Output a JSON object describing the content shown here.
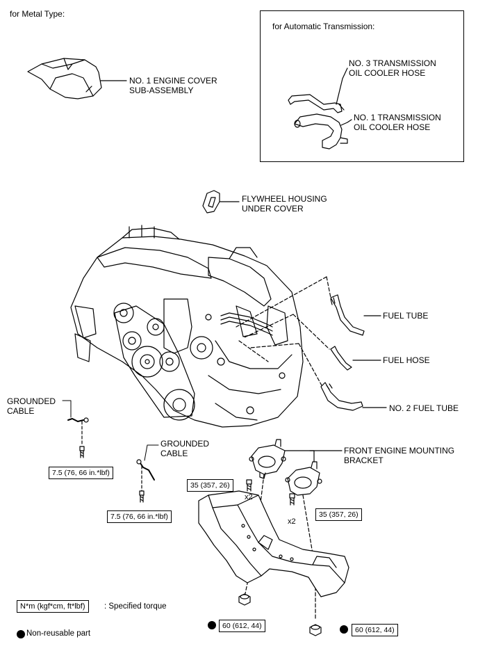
{
  "headers": {
    "metal_type": "for Metal Type:",
    "automatic_transmission": "for Automatic Transmission:"
  },
  "parts": {
    "engine_cover": [
      "NO. 1 ENGINE COVER",
      "SUB-ASSEMBLY"
    ],
    "no3_cooler_hose": [
      "NO. 3 TRANSMISSION",
      "OIL COOLER HOSE"
    ],
    "no1_cooler_hose": [
      "NO. 1 TRANSMISSION",
      "OIL COOLER HOSE"
    ],
    "flywheel_cover": [
      "FLYWHEEL HOUSING",
      "UNDER COVER"
    ],
    "fuel_tube": "FUEL TUBE",
    "fuel_hose": "FUEL HOSE",
    "no2_fuel_tube": "NO. 2 FUEL TUBE",
    "grounded_cable_left": [
      "GROUNDED",
      "CABLE"
    ],
    "grounded_cable_mid": [
      "GROUNDED",
      "CABLE"
    ],
    "front_mounting_bracket": [
      "FRONT ENGINE MOUNTING",
      "BRACKET"
    ]
  },
  "torques": {
    "ground_left": "7.5 (76, 66 in.*lbf)",
    "ground_mid": "7.5 (76, 66 in.*lbf)",
    "bracket_left": "35 (357, 26)",
    "bracket_right": "35 (357, 26)",
    "crossmember_left": "60 (612, 44)",
    "crossmember_right": "60 (612, 44)"
  },
  "quantities": {
    "bracket_left": "x2",
    "bracket_right": "x2"
  },
  "legend": {
    "torque_unit": "N*m (kgf*cm, ft*lbf)",
    "torque_desc": ": Specified torque",
    "nonreusable_desc": "Non-reusable part"
  },
  "icons": {
    "nonreusable": "filled-circle-icon"
  }
}
